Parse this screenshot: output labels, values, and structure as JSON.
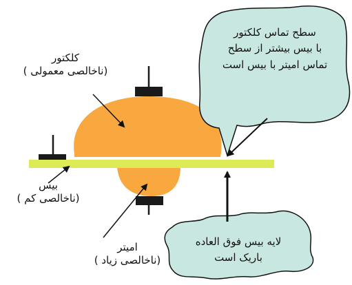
{
  "labels": {
    "collector": {
      "name": "کلکتور",
      "note": "(ناخالصی معمولی )"
    },
    "base": {
      "name": "بیس",
      "note": "(ناخالصی کم )"
    },
    "emitter": {
      "name": "امیتر",
      "note": "(ناخالصی زیاد )"
    }
  },
  "callouts": {
    "top_right": {
      "line1": "سطح تماس کلکتور",
      "line2": "با بیس بیشتر از سطح",
      "line3": "تماس امیتر با بیس است"
    },
    "bottom_right": {
      "line1": "لایه بیس فوق العاده",
      "line2": "باریک است"
    }
  },
  "colors": {
    "collector_fill": "#f8a83f",
    "emitter_fill": "#f8a83f",
    "base_layer": "#dbea55",
    "callout_fill": "#c8e7e0",
    "terminal": "#1a1a1a",
    "arrow": "#111111"
  }
}
